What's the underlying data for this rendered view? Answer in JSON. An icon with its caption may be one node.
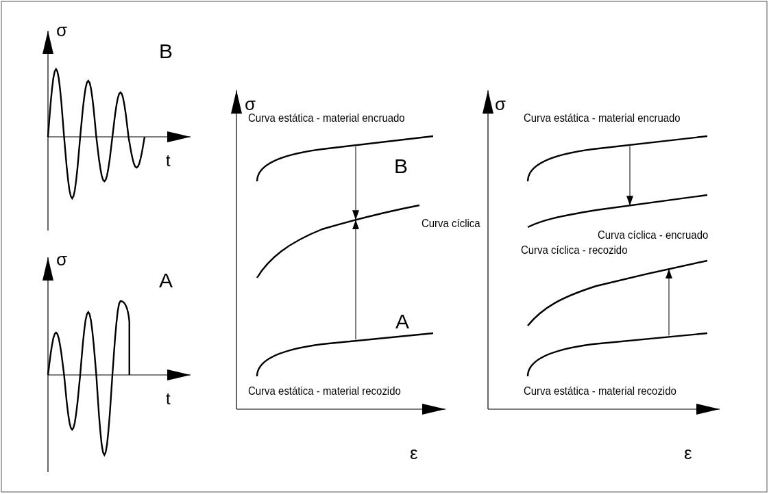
{
  "diagram": {
    "nodes": [
      {
        "text": [],
        "shape": "curve",
        "beside": [
          "Curva estática - material encruado"
        ]
      },
      {
        "text": [],
        "shape": "curve",
        "beside": [
          "Curva cíclica"
        ]
      },
      {
        "text": [],
        "shape": "curve",
        "beside": [
          "Curva estática - material recozido"
        ]
      },
      {
        "text": [],
        "shape": "curve",
        "beside": [
          "Curva estática - material encruado"
        ]
      },
      {
        "text": [],
        "shape": "curve",
        "beside": [
          "Curva cíclica - encruado"
        ]
      },
      {
        "text": [],
        "shape": "curve",
        "beside": [
          "Curva cíclica - recozido"
        ]
      },
      {
        "text": [],
        "shape": "curve",
        "beside": [
          "Curva estática - material recozido"
        ]
      }
    ],
    "edges": [
      {
        "from": 0,
        "to": 1,
        "arrow": "to"
      },
      {
        "from": 2,
        "to": 1,
        "arrow": "to"
      },
      {
        "from": 3,
        "to": 4,
        "arrow": "to"
      },
      {
        "from": 6,
        "to": 5,
        "arrow": "to"
      }
    ],
    "labels": [
      "σ",
      "B",
      "t",
      "σ",
      "A",
      "t",
      "σ",
      "B",
      "A",
      "ε",
      "σ",
      "ε"
    ]
  }
}
